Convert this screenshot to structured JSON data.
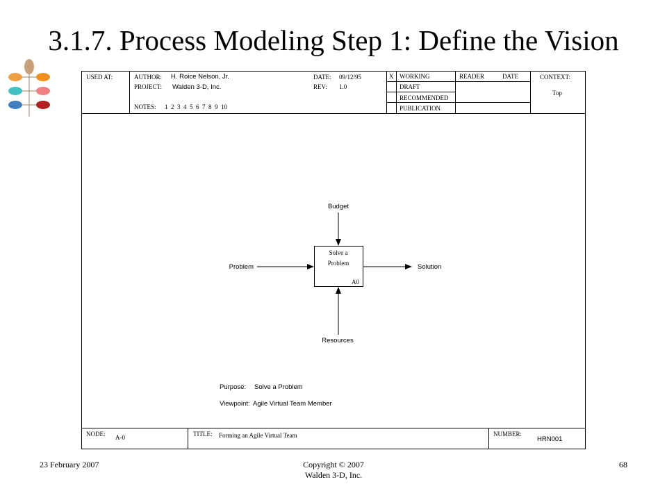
{
  "slide": {
    "title": "3.1.7. Process Modeling Step 1: Define the Vision",
    "logo_colors": {
      "stem": "#a08060",
      "top": "#c8a07a",
      "left": [
        "#f0a040",
        "#40c0c0",
        "#4080c0"
      ],
      "right": [
        "#f09020",
        "#f08080",
        "#b02020"
      ]
    }
  },
  "form_header": {
    "used_at_label": "USED AT:",
    "author_label": "AUTHOR:",
    "author_value": "H. Roice Nelson, Jr.",
    "project_label": "PROJECT:",
    "project_value": "Walden 3-D, Inc.",
    "notes_label": "NOTES:",
    "notes_numbers": "1  2  3  4  5  6  7  8  9  10",
    "date_label": "DATE:",
    "date_value": "09/12/95",
    "rev_label": "REV:",
    "rev_value": "1.0",
    "status_mark": "X",
    "status_items": [
      "WORKING",
      "DRAFT",
      "RECOMMENDED",
      "PUBLICATION"
    ],
    "reader_label": "READER",
    "reader_date_label": "DATE",
    "context_label": "CONTEXT:",
    "context_value": "Top"
  },
  "diagram": {
    "box_label_line1": "Solve a",
    "box_label_line2": "Problem",
    "box_id": "A0",
    "control": "Budget",
    "input": "Problem",
    "output": "Solution",
    "mechanism": "Resources",
    "purpose_label": "Purpose:",
    "purpose_value": "Solve a Problem",
    "viewpoint_label": "Viewpoint:",
    "viewpoint_value": "Agile Virtual Team Member"
  },
  "form_footer": {
    "node_label": "NODE:",
    "node_value": "A-0",
    "title_label": "TITLE:",
    "title_value": "Forming an Agile Virtual Team",
    "number_label": "NUMBER:",
    "number_value": "HRN001"
  },
  "footer": {
    "date": "23 February 2007",
    "copyright_line1": "Copyright © 2007",
    "copyright_line2": "Walden 3-D, Inc.",
    "page_number": "68"
  }
}
